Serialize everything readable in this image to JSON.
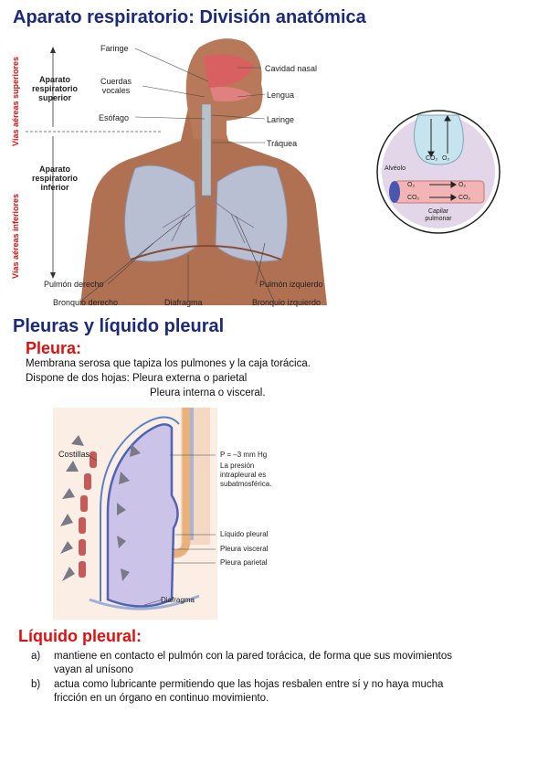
{
  "section1": {
    "title": "Aparato respiratorio: División anatómica",
    "upper_label_1": "Vías aéreas superiores",
    "lower_label_1": "Vías aéreas inferiores",
    "upper_tract": "Aparato respiratorio superior",
    "lower_tract": "Aparato respiratorio inferior",
    "labels": {
      "faringe": "Faringe",
      "cuerdas": "Cuerdas vocales",
      "esofago": "Esófago",
      "cavidad": "Cavidad nasal",
      "lengua": "Lengua",
      "laringe": "Laringe",
      "traquea": "Tráquea",
      "pulmon_der": "Pulmón derecho",
      "pulmon_izq": "Pulmón izquierdo",
      "bronquio_der": "Bronquio derecho",
      "diafragma": "Diafragma",
      "bronquio_izq": "Bronquio izquierdo"
    },
    "alveolo": {
      "alveolo": "Alvéolo",
      "co2": "CO₂",
      "o2": "O₂",
      "capilar": "Capilar pulmonar"
    }
  },
  "section2": {
    "title": "Pleuras y líquido pleural",
    "pleura_heading": "Pleura:",
    "line1": "Membrana serosa que tapiza los pulmones y la caja torácica.",
    "line2": "Dispone de dos hojas: Pleura externa o parietal",
    "line3": "Pleura interna o visceral.",
    "diagram": {
      "costillas": "Costillas",
      "pressure": "P = –3 mm Hg",
      "pressure_desc_1": "La presión",
      "pressure_desc_2": "intrapleural es",
      "pressure_desc_3": "subatmosférica.",
      "liquido": "Líquido pleural",
      "visceral": "Pleura visceral",
      "parietal": "Pleura parietal",
      "diafragma": "Diafragma"
    },
    "liquido_heading": "Líquido pleural:",
    "items": [
      {
        "marker": "a)",
        "text": "mantiene en contacto el pulmón con la pared torácica, de forma que sus movimientos vayan al unísono"
      },
      {
        "marker": "b)",
        "text": "actua como lubricante permitiendo que las hojas resbalen entre sí y no haya mucha fricción en un órgano en continuo movimiento."
      }
    ]
  }
}
